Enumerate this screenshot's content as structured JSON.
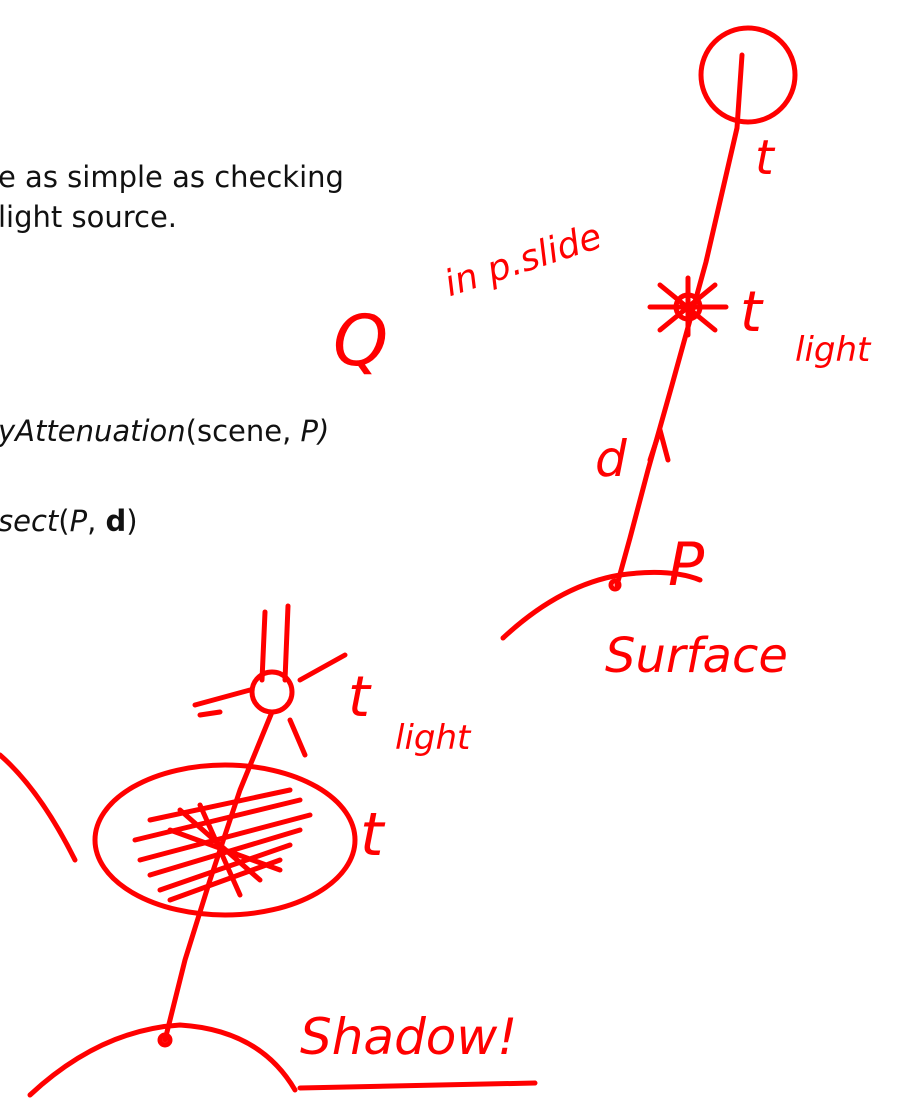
{
  "text_lines": {
    "line1": "e as simple as checking",
    "line2": " light source.",
    "line3_italic": "yAttenuation",
    "line3_rest": "(scene, ",
    "line3_var": "P)",
    "line4_italic": "sect",
    "line4_open": "(",
    "line4_p": "P",
    "line4_comma": ", ",
    "line4_d": "d",
    "line4_close": ")"
  },
  "annotations": {
    "q_label": "Q",
    "in_slide": "in p.slide",
    "t_top": "t",
    "t_light_top": "t",
    "light_top": "light",
    "d_label": "d",
    "p_label": "P",
    "surface": "Surface",
    "t_light_bottom": "t",
    "light_bottom": "light",
    "t_bottom": "t",
    "shadow": "Shadow!"
  },
  "colors": {
    "ink": "#ff0000",
    "text": "#111111",
    "background": "#ffffff"
  }
}
